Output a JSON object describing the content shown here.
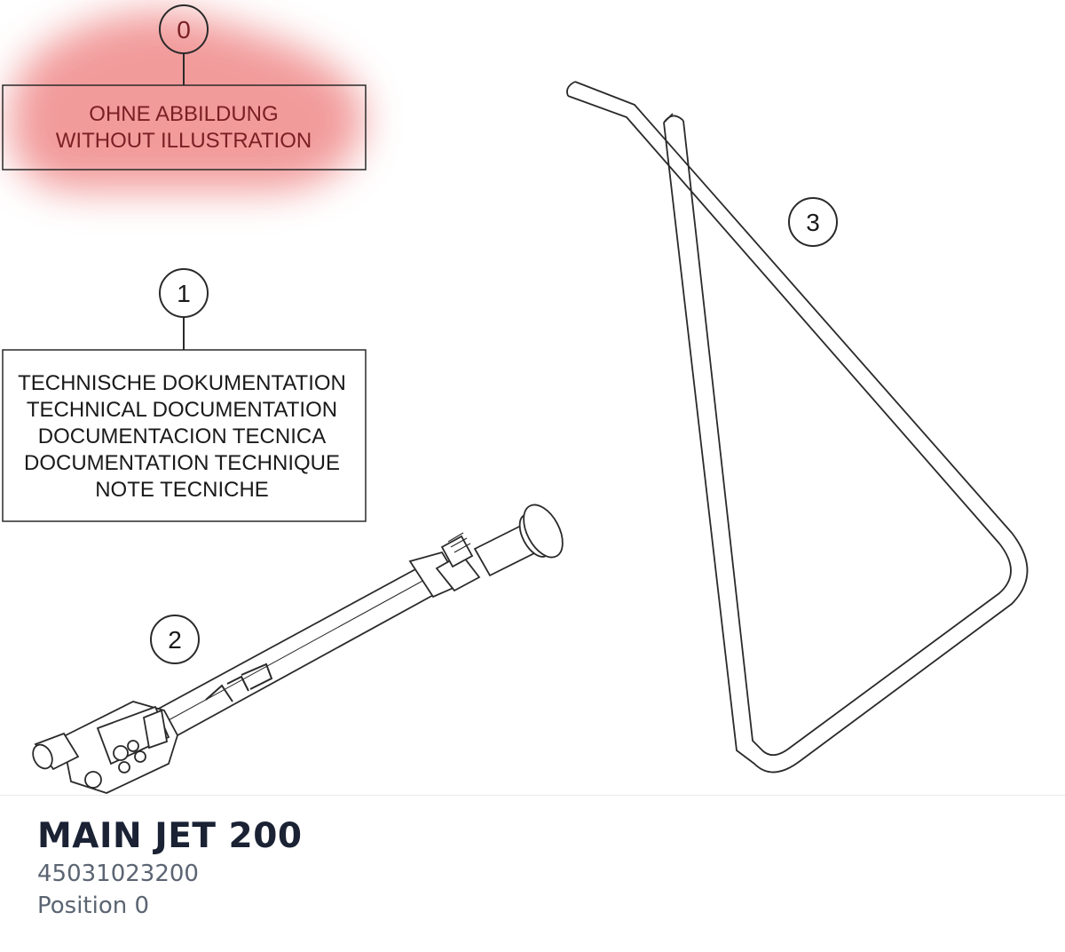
{
  "diagram": {
    "callouts": [
      {
        "number": "0",
        "lines": [
          "OHNE ABBILDUNG",
          "WITHOUT ILLUSTRATION"
        ],
        "highlighted": true
      },
      {
        "number": "1",
        "lines": [
          "TECHNISCHE DOKUMENTATION",
          "TECHNICAL DOCUMENTATION",
          "DOCUMENTACION TECNICA",
          "DOCUMENTATION TECHNIQUE",
          "NOTE TECNICHE"
        ],
        "highlighted": false
      },
      {
        "number": "2",
        "lines": [],
        "highlighted": false
      },
      {
        "number": "3",
        "lines": [],
        "highlighted": false
      }
    ],
    "highlight_color": "#f08a8a",
    "highlight_text_color": "#7a1f24",
    "line_color": "#2a2a2a"
  },
  "part": {
    "title": "MAIN JET 200",
    "number": "45031023200",
    "position": "Position 0"
  }
}
